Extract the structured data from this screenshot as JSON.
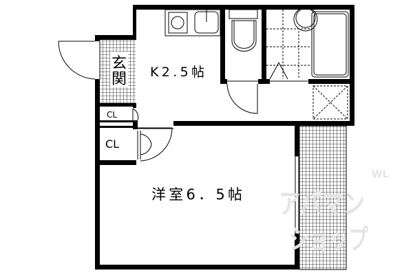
{
  "floorplan": {
    "rooms": {
      "kitchen": "K2.5帖",
      "western_room": "洋室6．5帖",
      "entrance_line1": "玄",
      "entrance_line2": "関",
      "closet_small": "CL",
      "closet_large": "CL"
    },
    "watermark": {
      "line1": "アパマン",
      "line2": "ショップ",
      "corner": "WL"
    },
    "colors": {
      "wall": "#000000",
      "background": "#ffffff",
      "watermark": "#e4e4e4"
    }
  }
}
